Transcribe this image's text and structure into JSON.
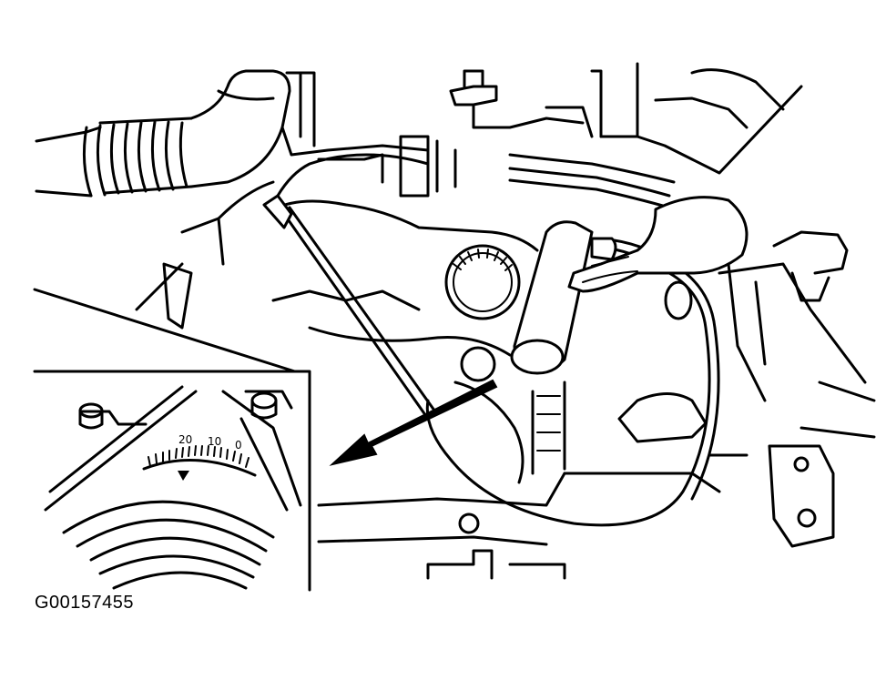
{
  "figure_id": "G00157455",
  "inset": {
    "scale_marks": [
      "20",
      "10",
      "0"
    ]
  },
  "icons": [
    "timing-light-icon",
    "engine-pulley-icon",
    "timing-scale-icon",
    "pointer-arrow-icon"
  ]
}
